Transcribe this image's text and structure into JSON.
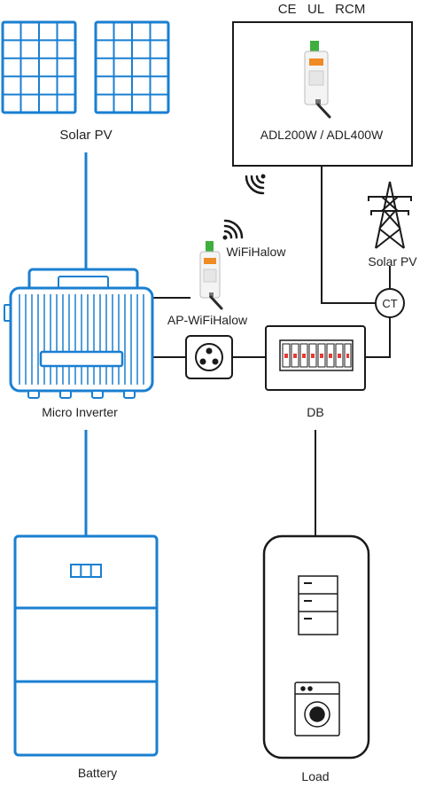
{
  "certifications": "CE   UL   RCM",
  "meter": {
    "model": "ADL200W / ADL400W"
  },
  "wifi_module": {
    "label": "WiFiHalow"
  },
  "ap_module": {
    "label": "AP-WiFiHalow"
  },
  "solar_pv": {
    "label": "Solar PV"
  },
  "grid": {
    "label": "Solar PV"
  },
  "ct": {
    "label": "CT"
  },
  "micro_inverter": {
    "label": "Micro Inverter"
  },
  "db": {
    "label": "DB"
  },
  "battery": {
    "label": "Battery"
  },
  "load": {
    "label": "Load"
  },
  "colors": {
    "accent": "#1a7fd1",
    "line": "#1a1a1a",
    "green": "#3fae3f",
    "orange": "#f08a24"
  }
}
